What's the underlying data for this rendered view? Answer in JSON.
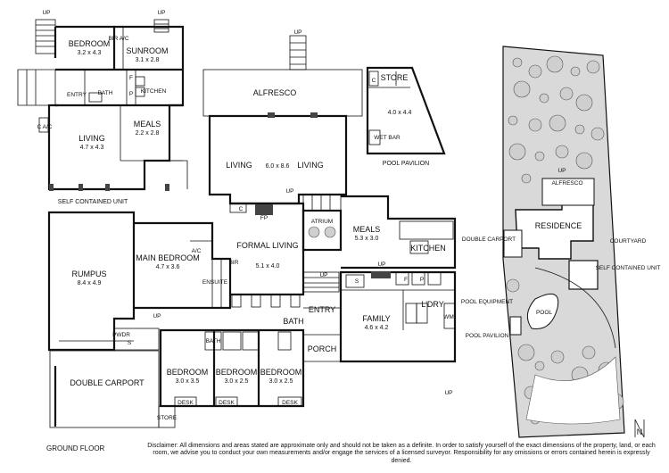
{
  "title": "GROUND FLOOR",
  "self_contained_unit": {
    "caption": "SELF CONTAINED UNIT",
    "rooms": [
      {
        "name": "BEDROOM",
        "dim": "3.2 x 4.3"
      },
      {
        "name": "SUNROOM",
        "dim": "3.1 x 2.8"
      },
      {
        "name": "MEALS",
        "dim": "2.2 x 2.8"
      },
      {
        "name": "LIVING",
        "dim": "4.7 x 4.3"
      }
    ],
    "small": {
      "bir_ac": "BIR A/C",
      "kitchen": "KITCHEN",
      "bath": "BATH",
      "entry": "ENTRY",
      "c_ac": "C A/C",
      "f": "F",
      "p": "P",
      "up1": "UP",
      "up2": "UP"
    }
  },
  "alfresco": {
    "name": "ALFRESCO",
    "up": "UP"
  },
  "living": {
    "left": "LIVING",
    "dim": "6.0 x 8.6",
    "right": "LIVING"
  },
  "pool_pavilion": {
    "caption": "POOL PAVILION",
    "store": "STORE",
    "c": "C",
    "dim": "4.0 x 4.4",
    "wet_bar": "WET BAR"
  },
  "main_rooms": [
    {
      "name": "RUMPUS",
      "dim": "8.4 x 4.9"
    },
    {
      "name": "MAIN BEDROOM",
      "dim": "4.7 x 3.6"
    },
    {
      "name": "FORMAL LIVING",
      "dim": "5.1 x 4.0"
    },
    {
      "name": "MEALS",
      "dim": "5.3 x 3.0"
    },
    {
      "name": "FAMILY",
      "dim": "4.6 x 4.2"
    },
    {
      "name": "DOUBLE CARPORT",
      "dim": ""
    },
    {
      "name": "BEDROOM",
      "dim": "3.0 x 3.5"
    },
    {
      "name": "BEDROOM",
      "dim": "3.0 x 2.5"
    },
    {
      "name": "BEDROOM",
      "dim": "3.0 x 2.5"
    }
  ],
  "labels": {
    "atrium": "ATRIUM",
    "kitchen": "KITCHEN",
    "ensuite": "ENSUITE",
    "entry": "ENTRY",
    "porch": "PORCH",
    "bath": "BATH",
    "ldry": "L'DRY",
    "store": "STORE",
    "pwdr": "PWDR",
    "bir": "BIR",
    "desk": "DESK",
    "fp": "FP",
    "ac": "A/C",
    "up": "UP",
    "s": "S",
    "c": "C",
    "f": "F",
    "p": "P",
    "wm": "WM",
    "bath_small": "BATH"
  },
  "site_plan": {
    "alfresco": "ALFRESCO",
    "up": "UP",
    "residence": "RESIDENCE",
    "double_carport": "DOUBLE CARPORT",
    "courtyard": "COURTYARD",
    "self_contained_unit": "SELF CONTAINED UNIT",
    "pool_equipment": "POOL EQUIPMENT",
    "pool": "POOL",
    "pool_pavilion": "POOL PAVILION",
    "north": "N"
  },
  "disclaimer": "Disclaimer: All dimensions and areas stated are approximate only and should not be taken as a definite. In order to satisfy yourself of the exact dimensions of the property, land, or each room, we advise you to conduct your own measurements and/or engage the services of a licensed surveyor. Responsibility for any omissions or errors contained herein is expressly denied."
}
